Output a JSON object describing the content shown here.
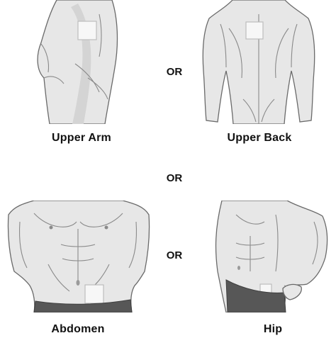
{
  "sites": [
    {
      "id": "upper-arm",
      "label": "Upper Arm"
    },
    {
      "id": "upper-back",
      "label": "Upper Back"
    },
    {
      "id": "abdomen",
      "label": "Abdomen"
    },
    {
      "id": "hip",
      "label": "Hip"
    }
  ],
  "connectors": [
    "OR",
    "OR",
    "OR"
  ],
  "colors": {
    "skin": "#e7e7e7",
    "outline": "#6a6a6a",
    "patch": "#f7f7f7",
    "clothing": "#575757"
  }
}
